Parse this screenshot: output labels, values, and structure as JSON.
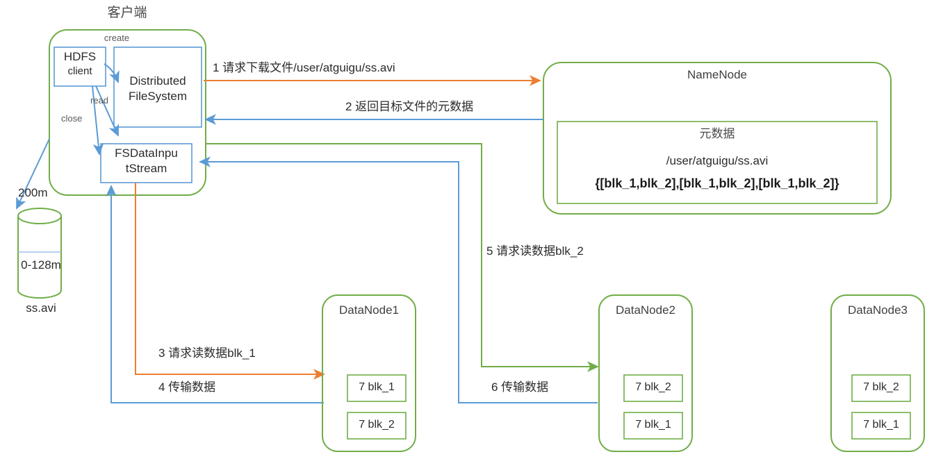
{
  "diagram": {
    "title_client": "客户端",
    "colors": {
      "green": "#70ad47",
      "blue": "#5b9bd5",
      "orange": "#ed7d31",
      "text": "#2b2b2b"
    }
  },
  "client": {
    "label": "客户端",
    "hdfs_client": "HDFS\nclient",
    "hdfs_client_line1": "HDFS",
    "hdfs_client_line2": "client",
    "dfs_line1": "Distributed",
    "dfs_line2": "FileSystem",
    "stream_line1": "FSDataInpu",
    "stream_line2": "tStream",
    "arrow_create": "create",
    "arrow_read": "read",
    "arrow_close": "close"
  },
  "file": {
    "size_label": "200m",
    "block_label": "0-128m",
    "name": "ss.avi"
  },
  "namenode": {
    "title": "NameNode",
    "metadata_title": "元数据",
    "metadata_path": "/user/atguigu/ss.avi",
    "metadata_blocks": "{[blk_1,blk_2],[blk_1,blk_2],[blk_1,blk_2]}"
  },
  "flows": [
    {
      "id": 1,
      "label": "1 请求下载文件/user/atguigu/ss.avi",
      "color": "orange"
    },
    {
      "id": 2,
      "label": "2 返回目标文件的元数据",
      "color": "blue"
    },
    {
      "id": 3,
      "label": "3 请求读数据blk_1",
      "color": "orange"
    },
    {
      "id": 4,
      "label": "4 传输数据",
      "color": "blue"
    },
    {
      "id": 5,
      "label": "5 请求读数据blk_2",
      "color": "green"
    },
    {
      "id": 6,
      "label": "6 传输数据",
      "color": "blue"
    }
  ],
  "datanodes": [
    {
      "title": "DataNode1",
      "blocks": [
        "7 blk_1",
        "7 blk_2"
      ]
    },
    {
      "title": "DataNode2",
      "blocks": [
        "7 blk_2",
        "7 blk_1"
      ]
    },
    {
      "title": "DataNode3",
      "blocks": [
        "7 blk_2",
        "7 blk_1"
      ]
    }
  ]
}
